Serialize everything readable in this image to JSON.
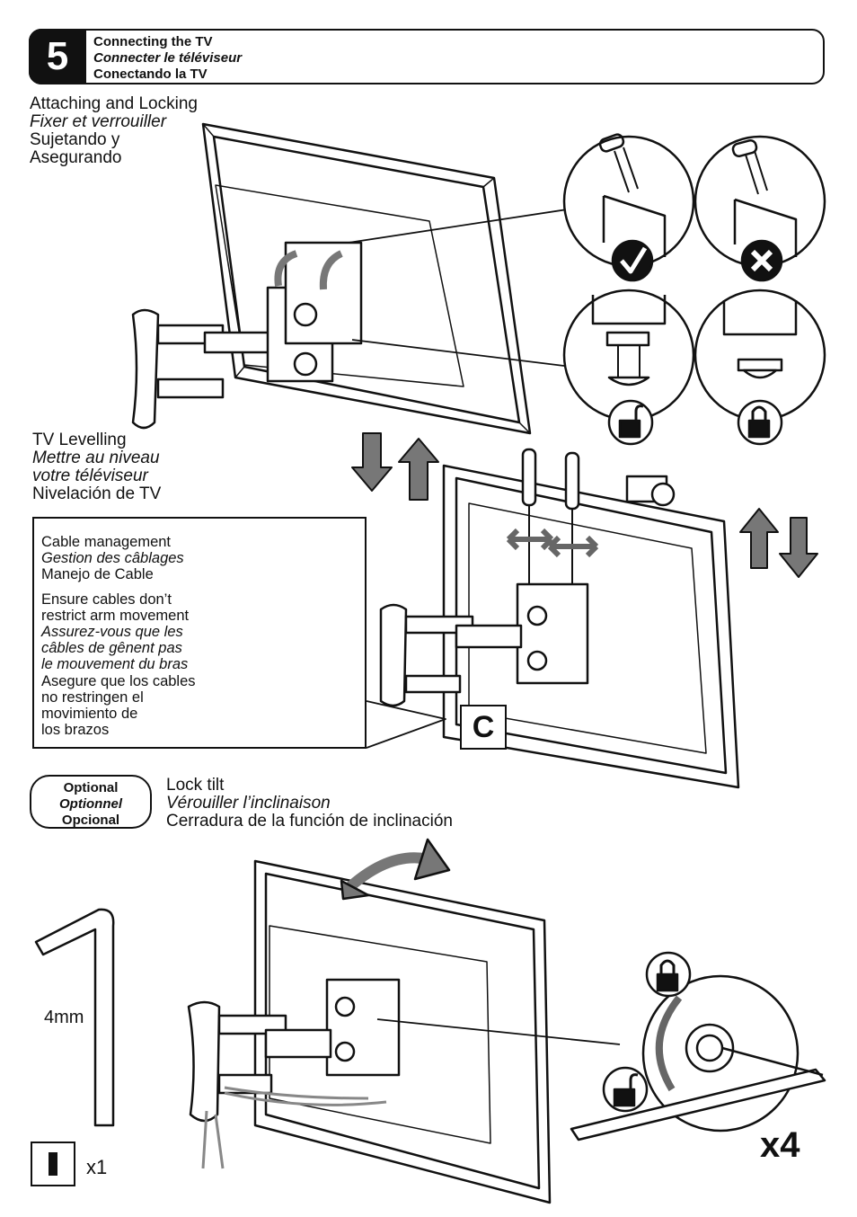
{
  "step": {
    "number": "5",
    "title_en": "Connecting the TV",
    "title_fr": "Connecter le téléviseur",
    "title_es": "Conectando la TV"
  },
  "attach": {
    "en": "Attaching and Locking",
    "fr": "Fixer et verrouiller",
    "es_line1": "Sujetando y",
    "es_line2": "Asegurando"
  },
  "levelling": {
    "en": "TV Levelling",
    "fr_line1": "Mettre au niveau",
    "fr_line2": "votre téléviseur",
    "es": "Nivelación de TV"
  },
  "cable": {
    "title_en": "Cable management",
    "title_fr": "Gestion des câblages",
    "title_es": "Manejo de Cable",
    "ensure_en_1": "Ensure cables don’t",
    "ensure_en_2": "restrict arm movement",
    "ensure_fr_1": "Assurez-vous que les",
    "ensure_fr_2": "câbles de gênent pas",
    "ensure_fr_3": "le mouvement du bras",
    "ensure_es_1": "Asegure que los cables",
    "ensure_es_2": "no restringen el",
    "ensure_es_3": "movimiento de",
    "ensure_es_4": "los brazos"
  },
  "callout_c": "C",
  "optional": {
    "en": "Optional",
    "fr": "Optionnel",
    "es": "Opcional"
  },
  "lock_tilt": {
    "en": "Lock tilt",
    "fr": "Vérouiller l’inclinaison",
    "es": "Cerradura de la función de inclinación"
  },
  "tool": {
    "size": "4mm",
    "qty": "x1"
  },
  "repeat_count": "x4",
  "colors": {
    "ink": "#111111",
    "arrow_gray": "#7a7a7a",
    "cable_gray": "#8a8a8a"
  }
}
